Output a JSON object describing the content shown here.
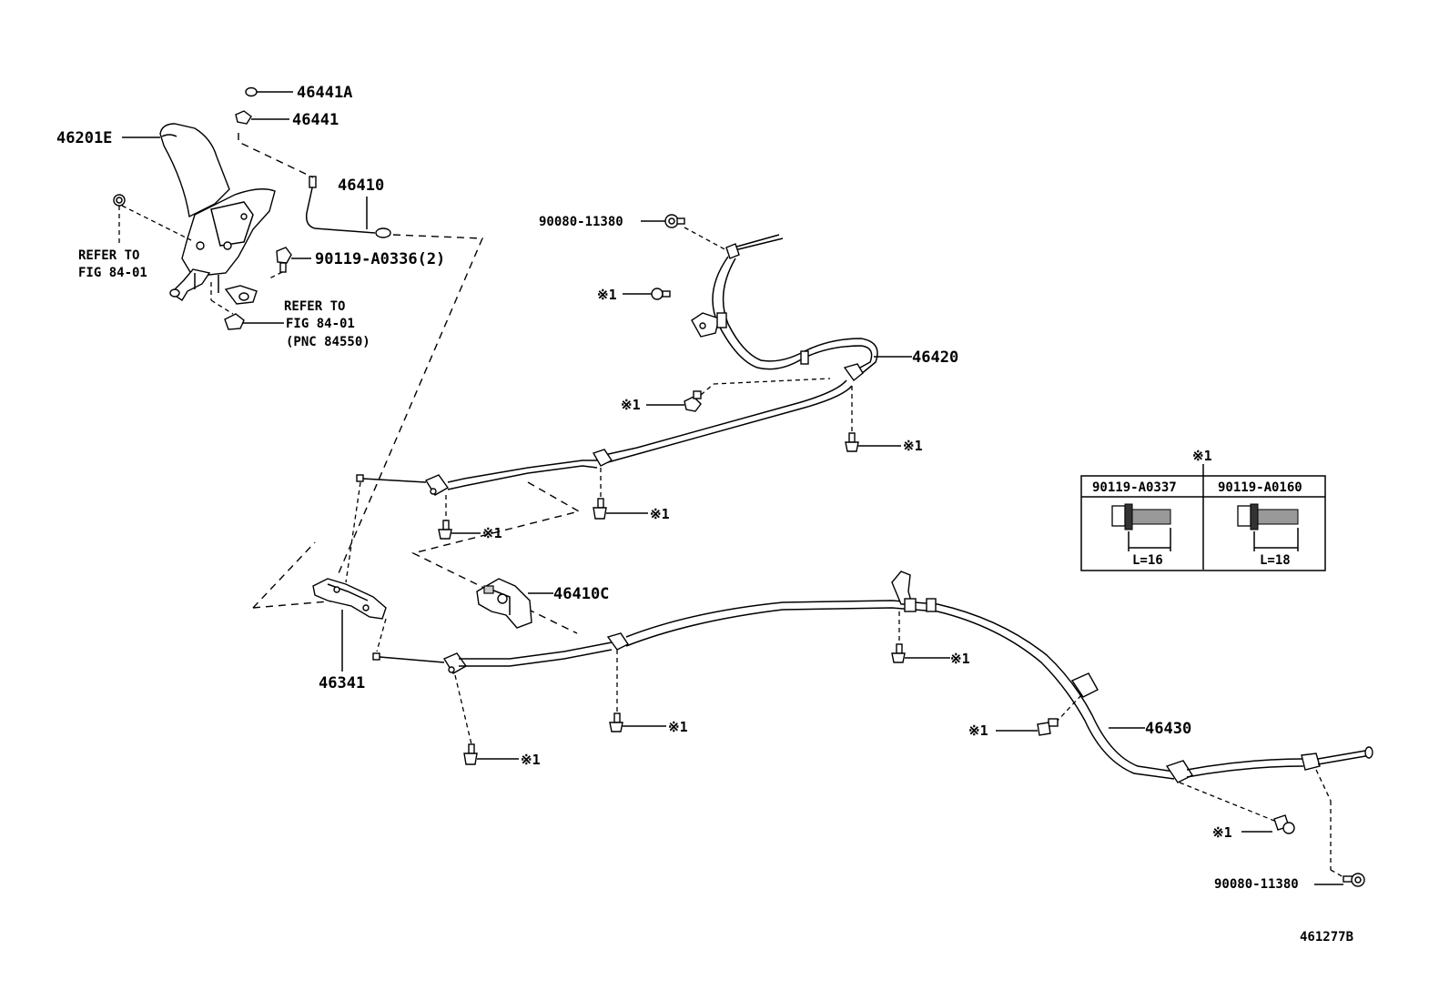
{
  "labels": {
    "p46441A": "46441A",
    "p46441": "46441",
    "p46201E": "46201E",
    "p46410": "46410",
    "p90119_A0336": "90119-A0336(2)",
    "p90080_top": "90080-11380",
    "p46420": "46420",
    "p46410C": "46410C",
    "p46341": "46341",
    "p46430": "46430",
    "p90080_bottom": "90080-11380",
    "fig_code": "461277B"
  },
  "notes": {
    "refer_left_line1": "REFER TO",
    "refer_left_line2": "FIG 84-01",
    "refer_mid_line1": "REFER TO",
    "refer_mid_line2": "FIG 84-01",
    "refer_mid_line3": "(PNC 84550)"
  },
  "bolt_mark": "※1",
  "legend": {
    "header_mark": "※1",
    "col1_part": "90119-A0337",
    "col1_length": "L=16",
    "col2_part": "90119-A0160",
    "col2_length": "L=18"
  }
}
